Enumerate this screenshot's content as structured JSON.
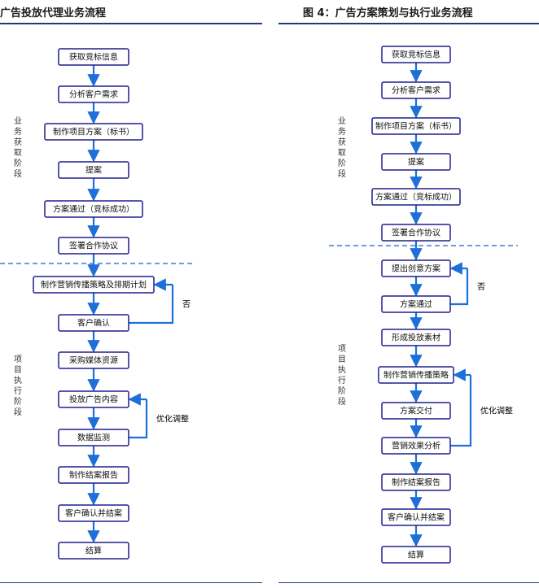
{
  "left": {
    "title": "广告投放代理业务流程",
    "stage_acquire": "业务获取阶段",
    "stage_execute": "项目执行阶段",
    "steps": [
      "获取竞标信息",
      "分析客户需求",
      "制作项目方案（标书）",
      "提案",
      "方案通过（竞标成功）",
      "签署合作协议",
      "制作营销传播策略及排期计划",
      "客户确认",
      "采购媒体资源",
      "投放广告内容",
      "数据监测",
      "制作结案报告",
      "客户确认并结案",
      "结算"
    ],
    "loop_no": "否",
    "loop_optimize": "优化调整"
  },
  "right": {
    "title": "图 4：广告方案策划与执行业务流程",
    "stage_acquire": "业务获取阶段",
    "stage_execute": "项目执行阶段",
    "steps": [
      "获取竞标信息",
      "分析客户需求",
      "制作项目方案（标书）",
      "提案",
      "方案通过（竞标成功）",
      "签署合作协议",
      "提出创意方案",
      "方案通过",
      "形成投放素材",
      "制作营销传播策略",
      "方案交付",
      "营销效果分析",
      "制作结案报告",
      "客户确认并结案",
      "结算"
    ],
    "loop_no": "否",
    "loop_optimize": "优化调整"
  },
  "colors": {
    "box_border": "#1f1f8f",
    "arrow": "#1e6fd9",
    "dashed_line": "#3a7bd5",
    "rule": "#1f3a7a"
  }
}
